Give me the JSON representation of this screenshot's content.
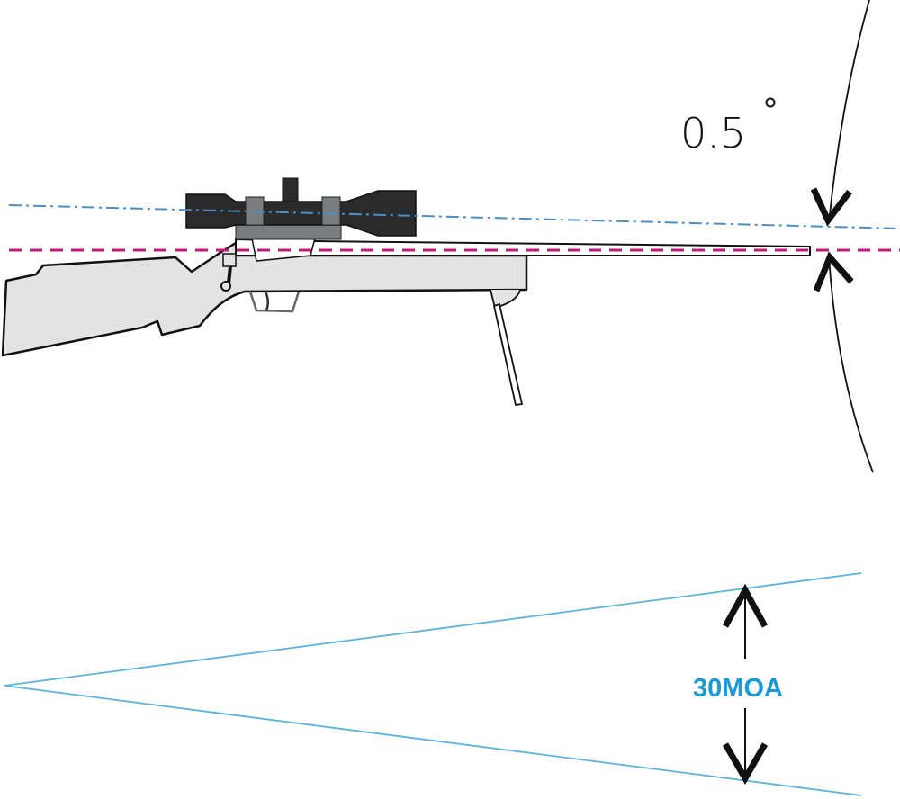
{
  "angle_label": "0.5",
  "moa_label": "30MOA",
  "colors": {
    "line_of_sight": "#4a90c8",
    "bore_line": "#c2187a",
    "cone": "#5ab4dc",
    "moa_text": "#1a9ad6",
    "stock_fill": "#e3e3e3",
    "scope_fill": "#2b2b2b",
    "ring_fill": "#7a7d80"
  },
  "icons": [
    "degree-symbol",
    "arrowhead-down",
    "arrowhead-up"
  ]
}
